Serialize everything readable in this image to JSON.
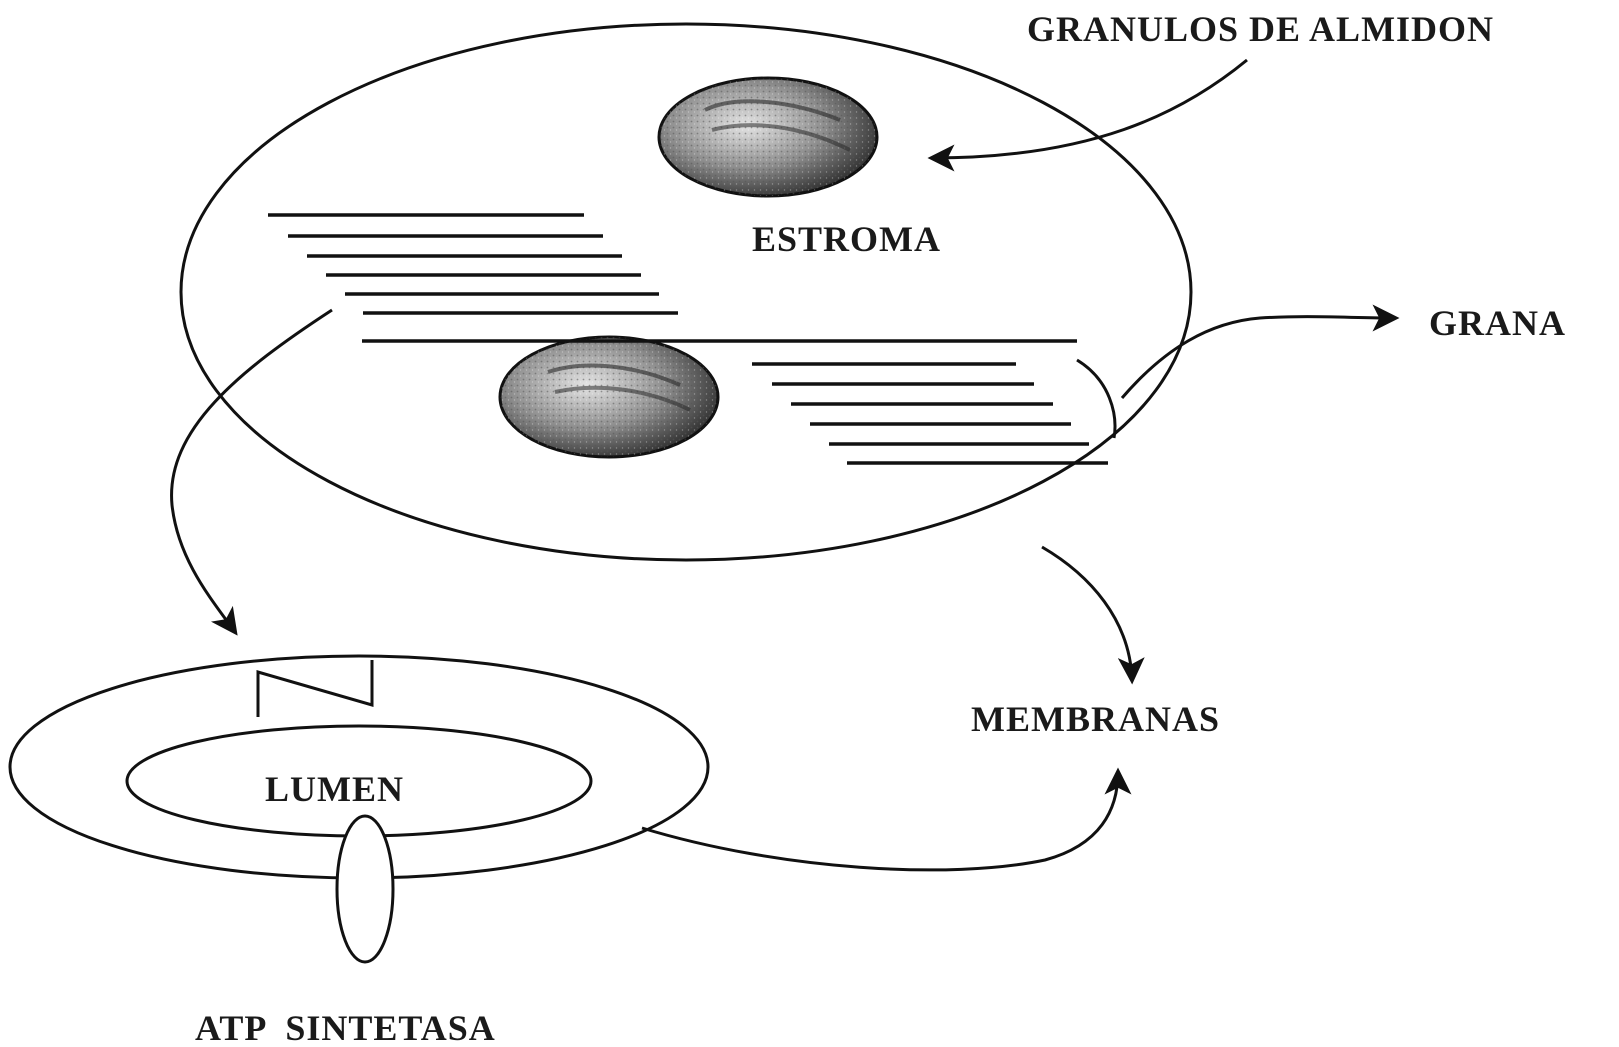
{
  "labels": {
    "starch_granules": "GRANULOS DE ALMIDON",
    "stroma": "ESTROMA",
    "grana": "GRANA",
    "membranes": "MEMBRANAS",
    "lumen": "LUMEN",
    "atp_synthase": "ATP  SINTETASA"
  },
  "colors": {
    "ink": "#111111",
    "granule_light": "#d8d8d8",
    "granule_dark": "#3a3a3a",
    "background": "#ffffff"
  }
}
